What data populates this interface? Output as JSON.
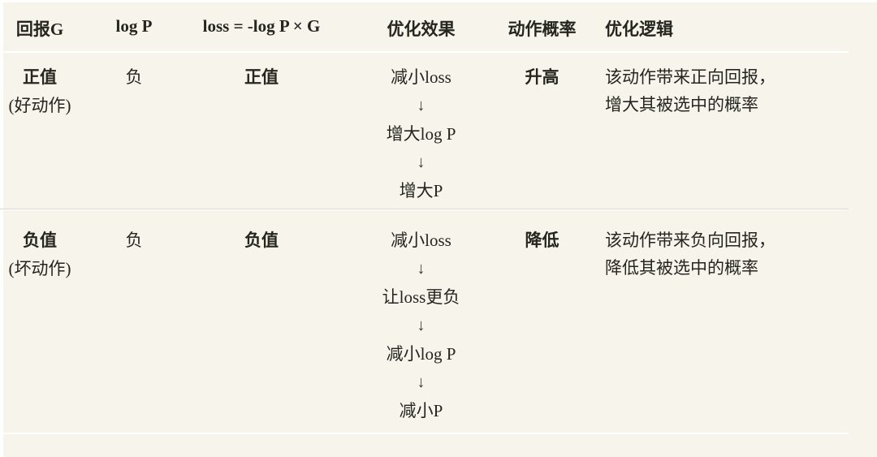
{
  "colors": {
    "background": "#f6f4eb",
    "text": "#26251f",
    "divider_strong": "#a6a49e",
    "divider_light": "#d9d7d0"
  },
  "table": {
    "headers": [
      "回报G",
      "log P",
      "loss = -log P × G",
      "优化效果",
      "动作概率",
      "优化逻辑"
    ],
    "rows": [
      {
        "return_value": "正值",
        "return_note": "(好动作)",
        "log_p": "负",
        "loss_value": "正值",
        "effect_steps": [
          "减小loss",
          "↓",
          "增大log P",
          "↓",
          "增大P"
        ],
        "action_prob": "升高",
        "logic_line1": "该动作带来正向回报，",
        "logic_line2": "增大其被选中的概率"
      },
      {
        "return_value": "负值",
        "return_note": "(坏动作)",
        "log_p": "负",
        "loss_value": "负值",
        "effect_steps": [
          "减小loss",
          "↓",
          "让loss更负",
          "↓",
          "减小log P",
          "↓",
          "减小P"
        ],
        "action_prob": "降低",
        "logic_line1": "该动作带来负向回报，",
        "logic_line2": "降低其被选中的概率"
      }
    ]
  }
}
